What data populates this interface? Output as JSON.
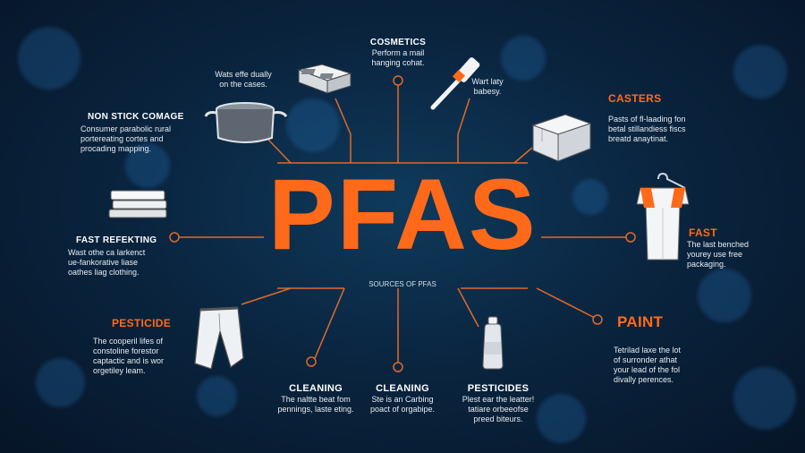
{
  "title": "PFAS",
  "subtitle": "SOURCES OF PFAS",
  "nodes": {
    "cosmetics": {
      "head": "COSMETICS",
      "text": "Perform a mail\nhanging cohat."
    },
    "wax": {
      "text": "Wats effe dually\non the cases."
    },
    "makeup": {
      "text": "Wart laty\nbabesy."
    },
    "nonstick": {
      "head": "NON STICK COMAGE",
      "text": "Consumer parabolic rural\nportereating cortes and\nprocading mapping."
    },
    "casters": {
      "head": "CASTERS",
      "text": "Pasts of fl-laading fon\nbetal stillandiess fiscs\nbreatd anaytinat."
    },
    "fastleft": {
      "head": "FAST REFEKTING",
      "text": "Wast othe ca larkenct\nue-fankorative liase\noathes liag clothing."
    },
    "fastright": {
      "head": "FAST",
      "text": "The last benched\nyourey use free\npackaging."
    },
    "pesticide": {
      "head": "PESTICIDE",
      "text": "The cooperil lifes of\nconstoline forestor\ncaptactic and is wor\norgetiley leam."
    },
    "paint": {
      "head": "PAINT",
      "text": "Tetrilad laxe the lot\nof surronder athat\nyour lead of the fol\ndivally perences."
    },
    "cleaning1": {
      "head": "CLEANING",
      "text": "The naltte beat fom\npennings, laste eting."
    },
    "cleaning2": {
      "head": "CLEANING",
      "text": "Ste is an Carbing\npoact of orgabipe."
    },
    "pesticides": {
      "head": "PESTICIDES",
      "text": "Plest ear the leatter!\ntatiare orbeeofse\npreed biteurs."
    }
  },
  "colors": {
    "accent": "#ff6a1a",
    "line": "#e06a2a",
    "background": "#0a2540"
  },
  "icons": [
    "cookpot-icon",
    "compact-powder-icon",
    "mascara-icon",
    "box-icon",
    "folded-paper-icon",
    "apron-icon",
    "pants-icon",
    "spray-bottle-icon"
  ]
}
